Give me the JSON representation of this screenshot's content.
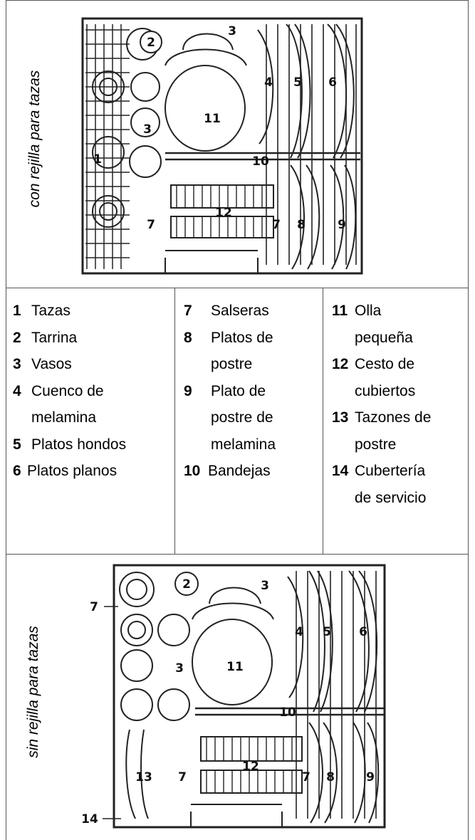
{
  "top_panel": {
    "caption": "con rejilla para tazas",
    "callouts": [
      "1",
      "2",
      "3",
      "3",
      "4",
      "5",
      "6",
      "7",
      "7",
      "8",
      "9",
      "10",
      "11",
      "12"
    ]
  },
  "legend": {
    "col1": [
      {
        "num": "1",
        "lines": [
          "Tazas"
        ]
      },
      {
        "num": "2",
        "lines": [
          "Tarrina"
        ]
      },
      {
        "num": "3",
        "lines": [
          "Vasos"
        ]
      },
      {
        "num": "4",
        "lines": [
          "Cuenco de",
          "melamina"
        ]
      },
      {
        "num": "5",
        "lines": [
          "Platos hondos"
        ]
      },
      {
        "num": "6",
        "lines": [
          "Platos planos"
        ]
      }
    ],
    "col2": [
      {
        "num": "7",
        "lines": [
          "Salseras"
        ]
      },
      {
        "num": "8",
        "lines": [
          "Platos de",
          "postre"
        ]
      },
      {
        "num": "9",
        "lines": [
          "Plato de",
          "postre de",
          "melamina"
        ]
      },
      {
        "num": "10",
        "lines": [
          "Bandejas"
        ]
      }
    ],
    "col3": [
      {
        "num": "11",
        "lines": [
          "Olla",
          "pequeña"
        ]
      },
      {
        "num": "12",
        "lines": [
          "Cesto de",
          "cubiertos"
        ]
      },
      {
        "num": "13",
        "lines": [
          "Tazones de",
          "postre"
        ]
      },
      {
        "num": "14",
        "lines": [
          "Cubertería",
          "de servicio"
        ]
      }
    ]
  },
  "bottom_panel": {
    "caption": "sin rejilla para tazas",
    "callouts": [
      "2",
      "3",
      "3",
      "4",
      "5",
      "6",
      "7",
      "7",
      "7",
      "8",
      "9",
      "10",
      "11",
      "12",
      "13",
      "14"
    ]
  }
}
